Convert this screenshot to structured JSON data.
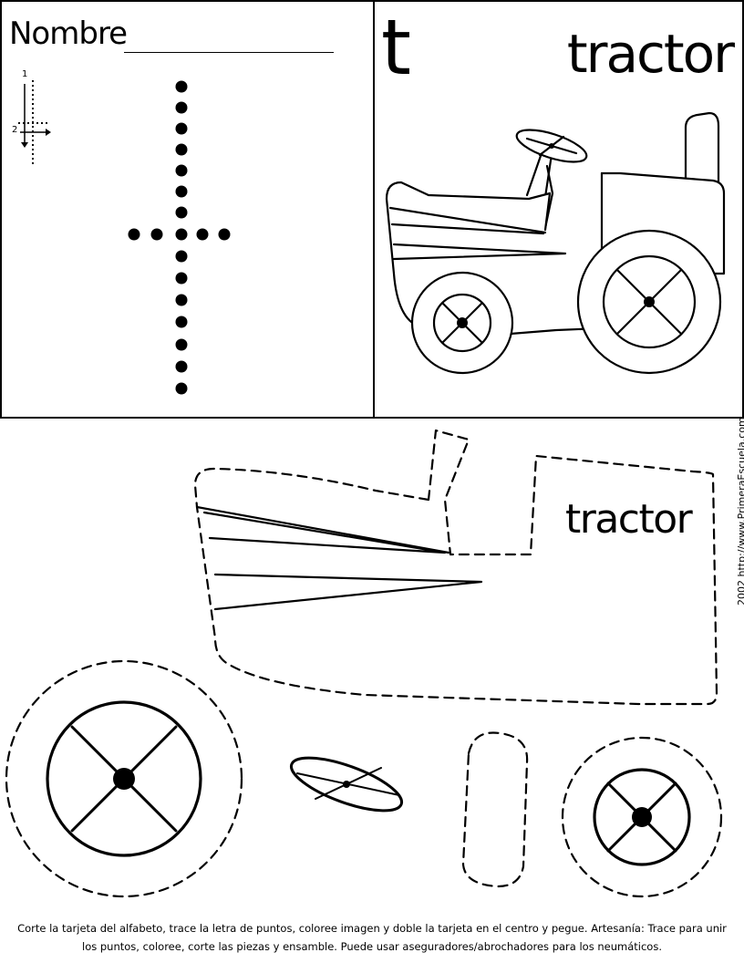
{
  "card": {
    "name_label": "Nombre",
    "stroke_order": [
      "1",
      "2"
    ],
    "letter": "t",
    "word": "tractor"
  },
  "craft": {
    "word": "tractor",
    "credit": "2002 http://www.PrimeraEscuela.com"
  },
  "instructions": {
    "line1": "Corte la tarjeta del alfabeto, trace la letra de puntos, coloree imagen y doble la tarjeta en el centro y pegue.   Artesanía:  Trace para unir",
    "line2": "los puntos, coloree, corte las piezas y ensamble.  Puede usar aseguradores/abrochadores para los neumáticos."
  },
  "colors": {
    "ink": "#000000",
    "paper": "#ffffff"
  }
}
